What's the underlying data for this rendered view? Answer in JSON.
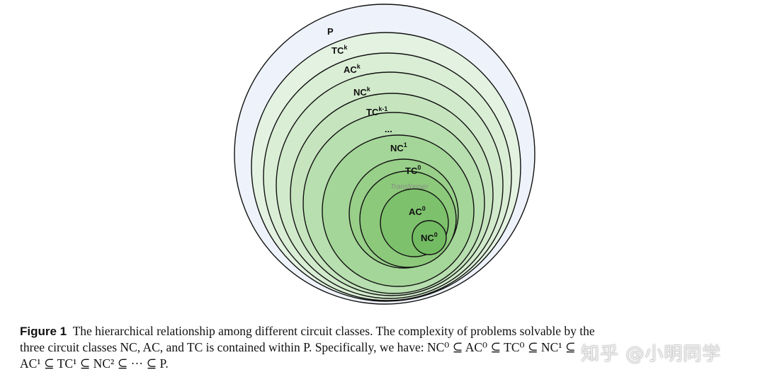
{
  "diagram": {
    "labels": {
      "p": "P",
      "tck": {
        "base": "TC",
        "sup": "k"
      },
      "ack": {
        "base": "AC",
        "sup": "k"
      },
      "nck": {
        "base": "NC",
        "sup": "k"
      },
      "tck1": {
        "base": "TC",
        "sup": "k-1"
      },
      "ellipsis": "...",
      "nc1": {
        "base": "NC",
        "sup": "1"
      },
      "tc0": {
        "base": "TC",
        "sup": "0"
      },
      "transformer": "Transformer",
      "ac0": {
        "base": "AC",
        "sup": "0"
      },
      "nc0": {
        "base": "NC",
        "sup": "0"
      }
    }
  },
  "caption": {
    "fig_label": "Figure 1",
    "line1": "The hierarchical relationship among different circuit classes. The complexity of problems solvable by the",
    "line2": "three circuit classes NC, AC, and TC is contained within P. Specifically, we have: NC⁰ ⊆ AC⁰ ⊆ TC⁰ ⊆ NC¹ ⊆",
    "line3": "AC¹ ⊆ TC¹ ⊆ NC² ⊆ ··· ⊆ P."
  },
  "watermark": "知乎 @小明同学"
}
